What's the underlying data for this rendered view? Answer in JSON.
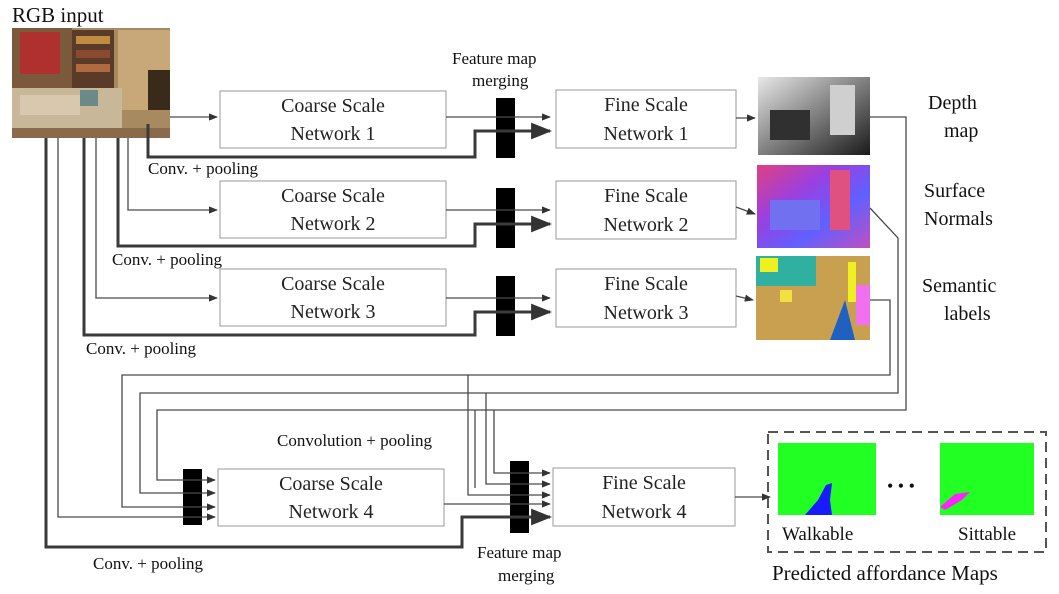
{
  "labels": {
    "rgb_input": "RGB input",
    "feature_map_merging_top": [
      "Feature map",
      "merging"
    ],
    "feature_map_merging_bottom": [
      "Feature map",
      "merging"
    ],
    "conv_pooling_1": "Conv. + pooling",
    "conv_pooling_2": "Conv. + pooling",
    "conv_pooling_3": "Conv. + pooling",
    "conv_pooling_4": "Conv. + pooling",
    "convolution_pooling": "Convolution + pooling",
    "predicted_affordance_maps": "Predicted affordance Maps",
    "walkable": "Walkable",
    "sittable": "Sittable",
    "ellipsis": "• • •"
  },
  "outputs": {
    "depth": [
      "Depth",
      "map"
    ],
    "normals": [
      "Surface",
      "Normals"
    ],
    "semantic": [
      "Semantic",
      "labels"
    ]
  },
  "networks": {
    "coarse1": [
      "Coarse Scale",
      "Network 1"
    ],
    "coarse2": [
      "Coarse Scale",
      "Network 2"
    ],
    "coarse3": [
      "Coarse Scale",
      "Network 3"
    ],
    "coarse4": [
      "Coarse Scale",
      "Network 4"
    ],
    "fine1": [
      "Fine Scale",
      "Network 1"
    ],
    "fine2": [
      "Fine Scale",
      "Network 2"
    ],
    "fine3": [
      "Fine Scale",
      "Network 3"
    ],
    "fine4": [
      "Fine Scale",
      "Network 4"
    ]
  },
  "colors": {
    "affordance_green": "#22ff22",
    "walkable_blue": "#1a1aff",
    "sittable_magenta": "#ff22ff",
    "merge_block": "#000000"
  }
}
